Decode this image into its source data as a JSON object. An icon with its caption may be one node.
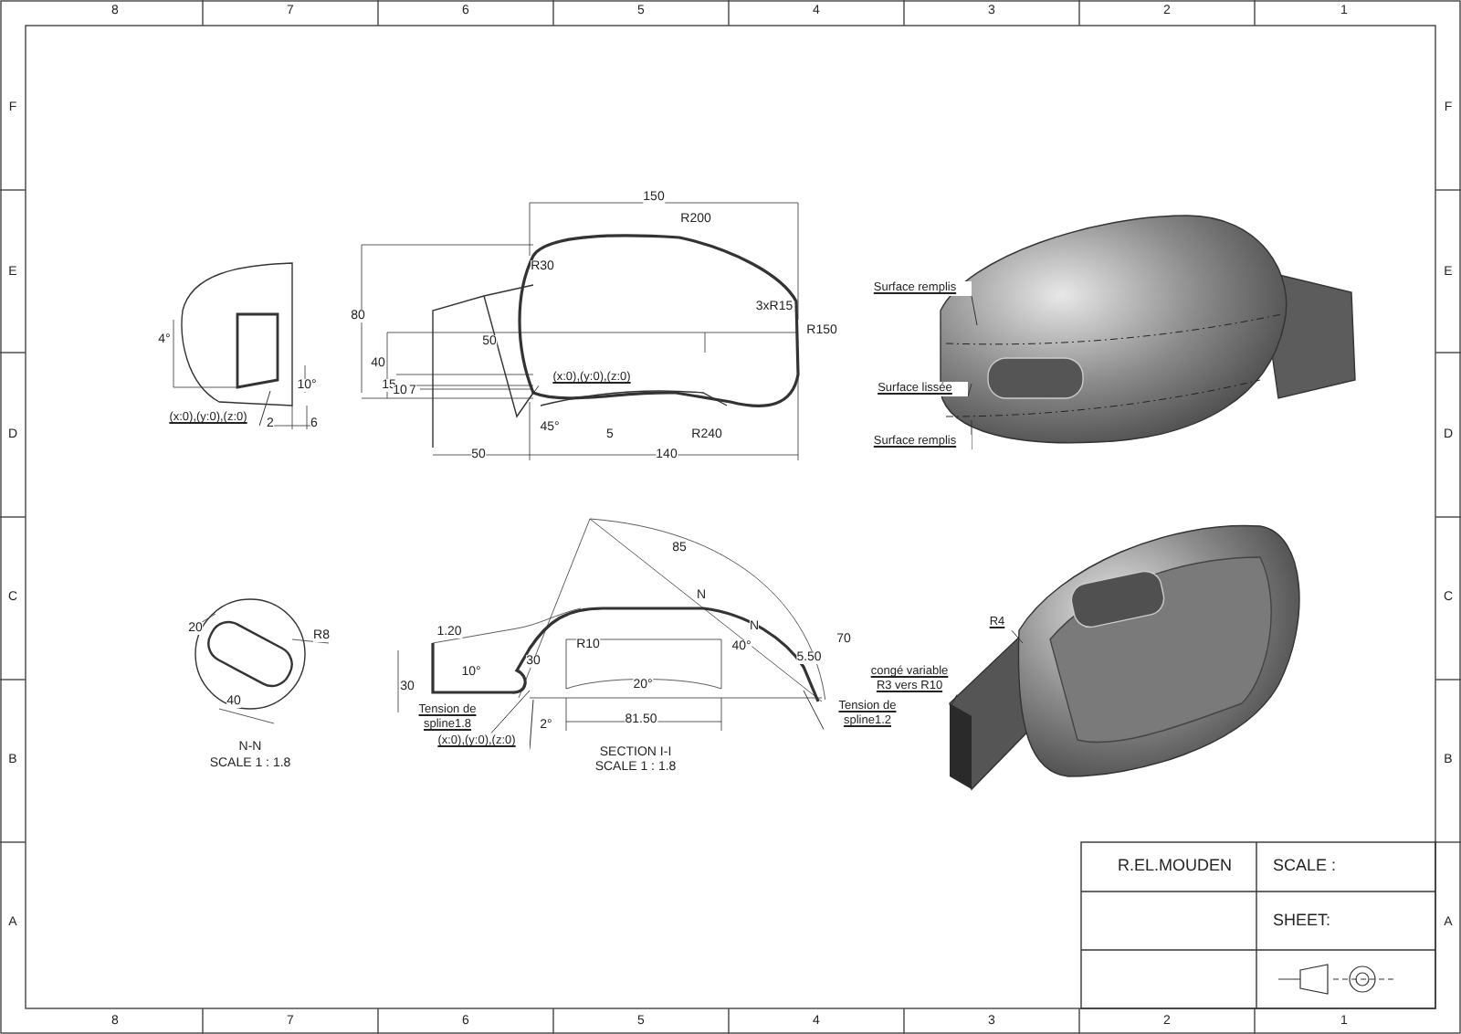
{
  "diagram": {
    "nodes": [
      {
        "text": [
          "Surface remplis"
        ]
      },
      {
        "text": [
          "Surface lissée"
        ]
      },
      {
        "text": [
          "Surface remplis"
        ]
      },
      {
        "text": [
          "R4"
        ]
      },
      {
        "text": [
          "congé variable R3 vers R10"
        ]
      },
      {
        "text": [
          "Tension de spline1.8"
        ]
      },
      {
        "text": [
          "Tension de spline1.2"
        ]
      },
      {
        "text": [
          "(x:0),(y:0),(z:0)"
        ]
      },
      {
        "text": [
          "(x:0),(y:0),(z:0)"
        ]
      },
      {
        "text": [
          "(x:0),(y:0),(z:0)"
        ]
      },
      {
        "text": [],
        "shape": "box"
      }
    ],
    "edges": [
      {
        "from": 0,
        "to": null,
        "arrow": "none"
      },
      {
        "from": 1,
        "to": null,
        "arrow": "none"
      },
      {
        "from": 2,
        "to": null,
        "arrow": "none"
      },
      {
        "from": 3,
        "to": null,
        "arrow": "none"
      },
      {
        "from": 4,
        "to": 10,
        "arrow": "none"
      },
      {
        "from": 5,
        "to": null,
        "arrow": "none"
      },
      {
        "from": 6,
        "to": null,
        "arrow": "none"
      },
      {
        "from": 7,
        "to": null,
        "arrow": "none"
      },
      {
        "from": 8,
        "to": null,
        "arrow": "none"
      },
      {
        "from": 9,
        "to": null,
        "arrow": "none"
      }
    ],
    "labels": [
      "8",
      "7",
      "6",
      "5",
      "4",
      "3",
      "2",
      "1",
      "F",
      "F",
      "E",
      "E",
      "D",
      "D",
      "C",
      "C",
      "B",
      "B",
      "A",
      "A",
      "4°",
      "10°",
      "2",
      "6",
      "150",
      "R200",
      "R30",
      "3xR15",
      "R150",
      "80",
      "40",
      "15",
      "10",
      "7",
      "50",
      "45°",
      "5",
      "R240",
      "50",
      "140",
      "20",
      "R8",
      "40",
      "N-N",
      "SCALE 1 : 1.8",
      "85",
      "N",
      "N",
      "1.20",
      "10°",
      "30",
      "30",
      "R10",
      "20°",
      "40°",
      "5.50",
      "70",
      "2°",
      "81.50",
      "SECTION I-I",
      "SCALE 1 : 1.8",
      "R.EL.MOUDEN",
      "SCALE :",
      "SHEET:",
      "8",
      "7",
      "6",
      "5",
      "4",
      "3",
      "2",
      "1"
    ]
  }
}
